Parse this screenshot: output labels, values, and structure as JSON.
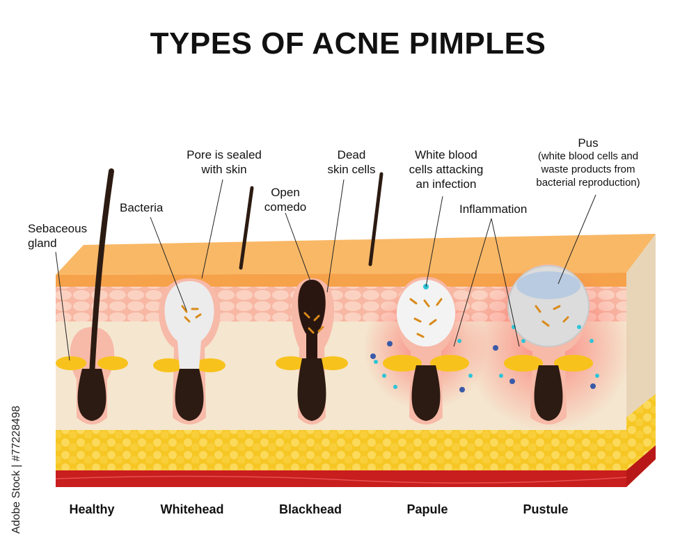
{
  "title": "TYPES OF ACNE PIMPLES",
  "labels": {
    "sebaceous_gland": [
      "Sebaceous",
      "gland"
    ],
    "bacteria": "Bacteria",
    "pore_sealed": [
      "Pore is sealed",
      "with skin"
    ],
    "open_comedo": [
      "Open",
      "comedo"
    ],
    "dead_skin": [
      "Dead",
      "skin cells"
    ],
    "white_blood": [
      "White blood",
      "cells attacking",
      "an infection"
    ],
    "inflammation": "Inflammation",
    "pus": [
      "Pus",
      "(white blood cells and",
      "waste products from",
      "bacterial reproduction)"
    ]
  },
  "captions": {
    "healthy": "Healthy",
    "whitehead": "Whitehead",
    "blackhead": "Blackhead",
    "papule": "Papule",
    "pustule": "Pustule"
  },
  "stock_id": "Adobe Stock | #77228498",
  "colors": {
    "surface": "#f9b866",
    "epidermis": "#fbd7c2",
    "dermis": "#f5e6cf",
    "fat": "#f6c624",
    "muscle": "#c81e1e",
    "hair": "#2c1b12",
    "sebum": "#f8c21c",
    "whitehead": "#ececec",
    "inflamed": "#f05a5a"
  }
}
